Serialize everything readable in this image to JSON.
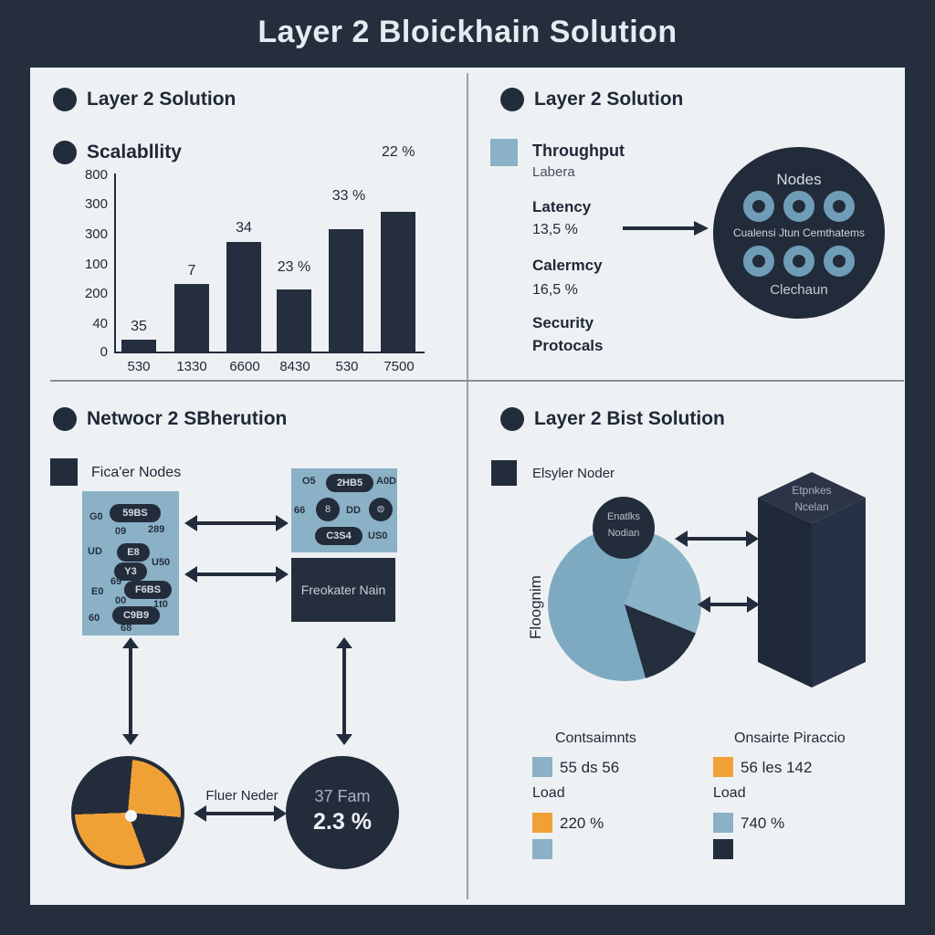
{
  "title": "Layer 2 Bloickhain Solution",
  "colors": {
    "background_dark": "#252e3c",
    "panel": "#eef1f4",
    "ink": "#232c3b",
    "blue": "#8ab1c6",
    "pie_blue": "#7daac1",
    "orange": "#f0a136",
    "donut_blue": "#6f9db8"
  },
  "chart_data": [
    {
      "type": "bar",
      "title": "Scalabllity",
      "categories": [
        "530",
        "1330",
        "6600",
        "8430",
        "530",
        "7500"
      ],
      "values": [
        7,
        38,
        62,
        35,
        69,
        79
      ],
      "value_labels": [
        "35",
        "7",
        "34",
        "23 %",
        "33 %",
        ""
      ],
      "y_ticks": [
        "800",
        "300",
        "300",
        "100",
        "200",
        "40",
        "0"
      ],
      "annotation_top_right": "22 %",
      "ylim": [
        0,
        100
      ],
      "grid": false,
      "bar_color": "#242e3f"
    },
    {
      "type": "pie",
      "name": "filter-nodes-pie",
      "slices": [
        {
          "color": "#f0a136",
          "deg": 90
        },
        {
          "color": "#232c3b",
          "deg": 65
        },
        {
          "color": "#f0a136",
          "deg": 108
        },
        {
          "color": "#232c3b",
          "deg": 97
        }
      ],
      "center_dot": "white"
    },
    {
      "type": "pie",
      "name": "layer2-bist-pie",
      "slices": [
        {
          "color": "#7daac1",
          "deg": 20
        },
        {
          "color": "#8ab3c7",
          "deg": 92
        },
        {
          "color": "#242e3d",
          "deg": 52
        },
        {
          "color": "#7daac1",
          "deg": 196
        }
      ],
      "side_label": "Floognim"
    }
  ],
  "top_left": {
    "header": "Layer 2 Solution",
    "subheader": "Scalabllity"
  },
  "top_right": {
    "header": "Layer 2 Solution",
    "throughput_label": "Throughput",
    "throughput_sub": "Labera",
    "latency_label": "Latency",
    "latency_value": "13,5 %",
    "calermcy_label": "Calermcy",
    "calermcy_value": "16,5 %",
    "security_line1": "Security",
    "security_line2": "Protocals",
    "circle": {
      "top_label": "Nodes",
      "mid_label": "Cualensi Jtun Cemthatems",
      "bottom_label": "Clechaun"
    }
  },
  "bottom_left": {
    "header": "Netwocr 2 SBherution",
    "legend_label": "Fica'er Nodes",
    "left_box_pills": [
      "59BS",
      "E8",
      "Y3",
      "F6BS",
      "C9B9"
    ],
    "left_box_minis": [
      "G0",
      "09",
      "289",
      "UD",
      "U50",
      "69",
      "E0",
      "00",
      "1t0",
      "60",
      "68"
    ],
    "right_box_pills": [
      "2HB5",
      "C3S4"
    ],
    "right_box_circles": [
      "8",
      "⊜"
    ],
    "right_box_minis": [
      "O5",
      "A0D",
      "66",
      "DD",
      "US0"
    ],
    "dark_box_label": "Freokater Nain",
    "pie_arrow_label": "Fluer Neder",
    "circle_line1": "37 Fam",
    "circle_line2": "2.3 %"
  },
  "bottom_right": {
    "header": "Layer 2 Bist Solution",
    "legend_label": "Elsyler Noder",
    "small_circle_line1": "Enatlks",
    "small_circle_line2": "Nodian",
    "pie_side_label": "Floognim",
    "prism_line1": "Etpnkes",
    "prism_line2": "Ncelan",
    "legend_left": {
      "header": "Contsaimnts",
      "item1": "55 ds 56",
      "load_label": "Load",
      "load_value": "220 %"
    },
    "legend_right": {
      "header": "Onsairte Piraccio",
      "item1": "56 les 142",
      "load_label": "Load",
      "load_value": "740 %"
    }
  }
}
